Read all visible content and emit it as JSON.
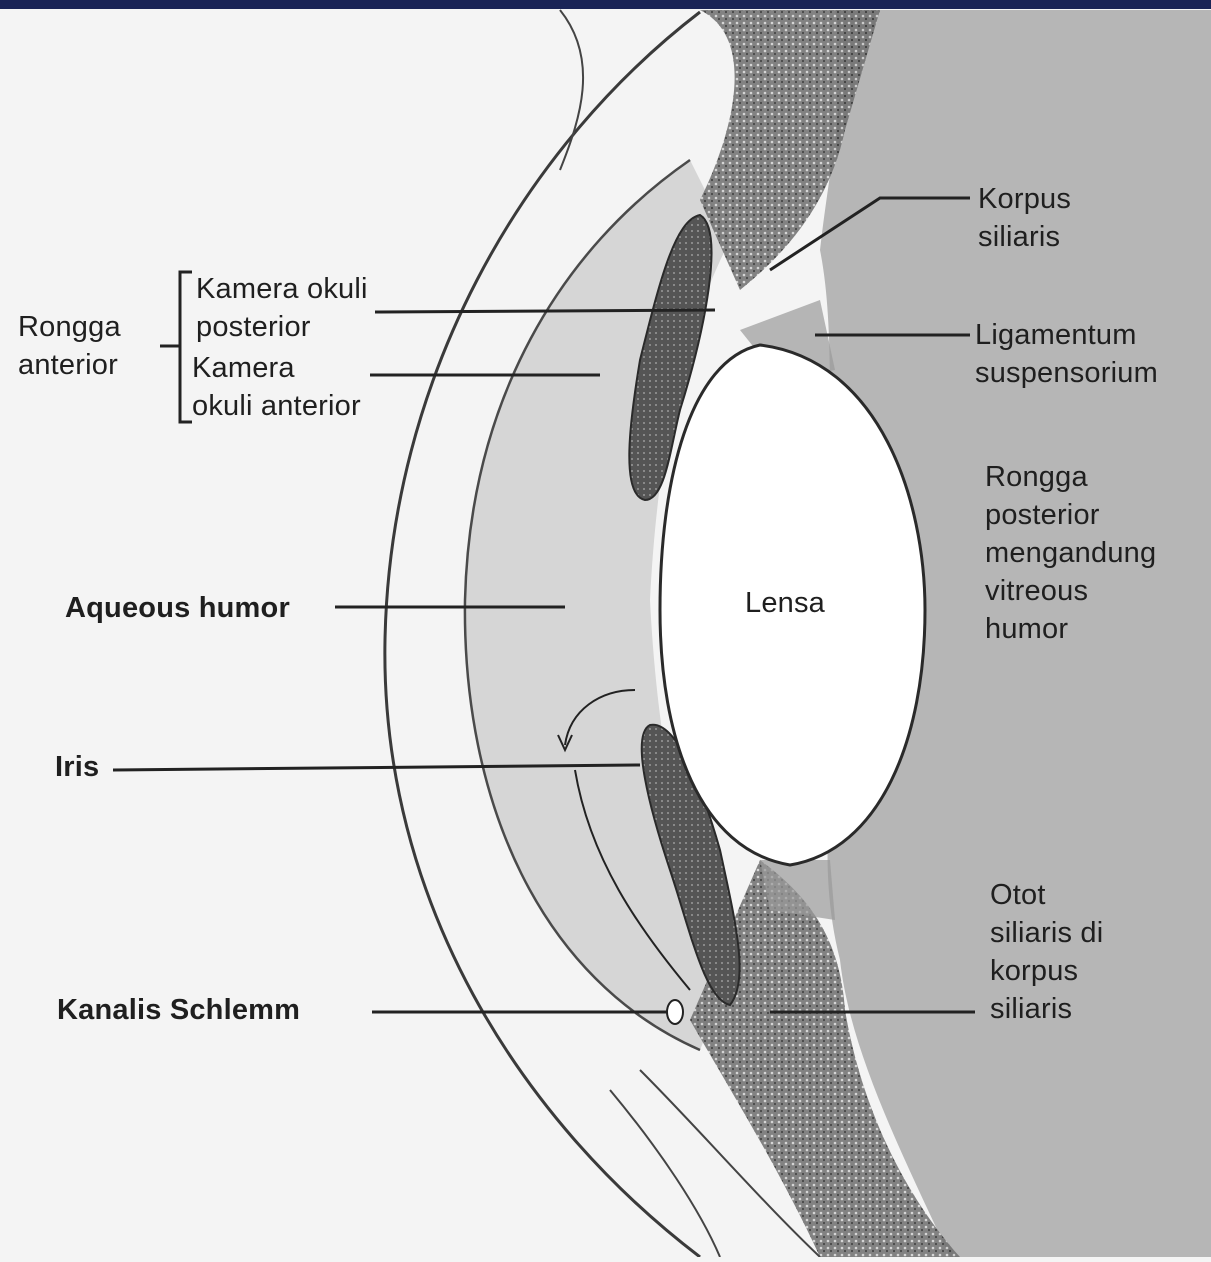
{
  "labels": {
    "rongga_anterior": [
      "Rongga",
      "anterior"
    ],
    "kamera_okuli_posterior": [
      "Kamera okuli",
      "posterior"
    ],
    "kamera_okuli_anterior": [
      "Kamera",
      "okuli anterior"
    ],
    "aqueous_humor": "Aqueous humor",
    "iris": "Iris",
    "kanalis_schlemm": "Kanalis Schlemm",
    "lensa": "Lensa",
    "korpus_siliaris": [
      "Korpus",
      "siliaris"
    ],
    "ligamentum_suspensorium": [
      "Ligamentum",
      "suspensorium"
    ],
    "rongga_posterior": [
      "Rongga",
      "posterior",
      "mengandung",
      "vitreous",
      "humor"
    ],
    "otot_siliaris": [
      "Otot",
      "siliaris di",
      "korpus",
      "siliaris"
    ]
  },
  "colors": {
    "header_bar": "#1a2456",
    "background": "#f4f4f4",
    "vitreous": "#b4b4b4",
    "aqueous": "#d3d3d3",
    "iris": "#4a4a4a",
    "lens": "#ffffff",
    "line": "#2a2a2a"
  }
}
